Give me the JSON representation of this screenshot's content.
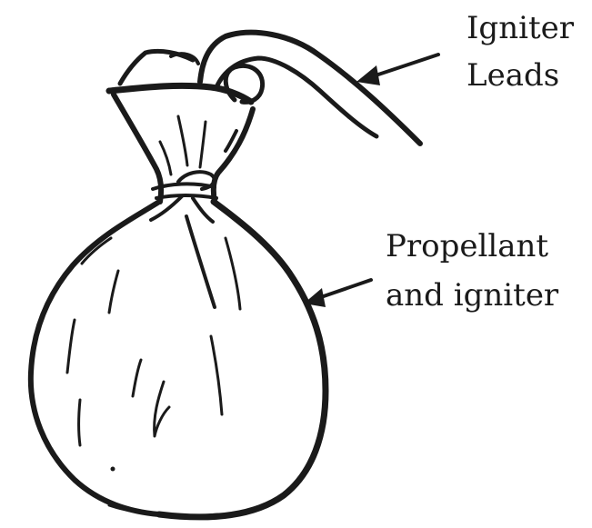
{
  "labels": {
    "igniter_leads": {
      "line1": "Igniter",
      "line2": "Leads"
    },
    "propellant": {
      "line1": "Propellant",
      "line2": "and igniter"
    }
  },
  "colors": {
    "ink": "#1a1a1a",
    "background": "#ffffff"
  }
}
